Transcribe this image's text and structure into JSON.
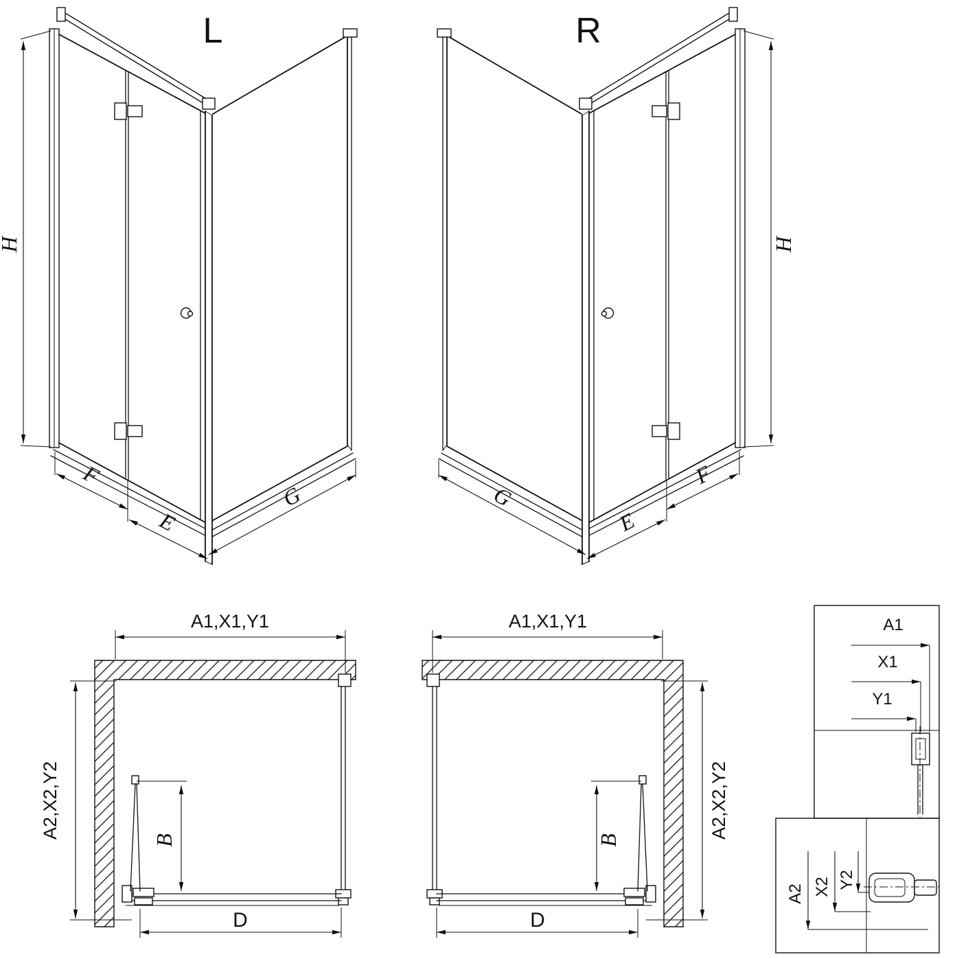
{
  "colors": {
    "line": "#111111",
    "background": "#ffffff"
  },
  "drawing": {
    "variants": {
      "left": "L",
      "right": "R"
    },
    "dim_labels": {
      "height": "H",
      "fold_panel": "F",
      "entry": "E",
      "side_panel": "G",
      "door_projection": "B",
      "front_width": "D",
      "width_group": "A1,X1,Y1",
      "depth_group": "A2,X2,Y2"
    },
    "detail_width": {
      "a1": "A1",
      "x1": "X1",
      "y1": "Y1"
    },
    "detail_depth": {
      "a2": "A2",
      "x2": "X2",
      "y2": "Y2"
    }
  }
}
